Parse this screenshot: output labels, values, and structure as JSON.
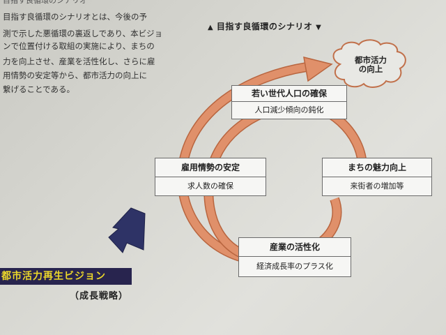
{
  "left_text": {
    "heading": "目指す良循環のシナリオ",
    "lines": [
      "目指す良循環のシナリオとは、今後の予",
      "測で示した悪循環の裏返しであり、本ビジョ",
      "ンで位置付ける取組の実施により、まちの",
      "力を向上させ、産業を活性化し、さらに雇",
      "用情勢の安定等から、都市活力の向上に",
      "繋げることである。"
    ]
  },
  "section_title": "目指す良循環のシナリオ",
  "goal": {
    "line1": "都市活力",
    "line2": "の向上"
  },
  "cycle": [
    {
      "title": "若い世代人口の確保",
      "desc": "人口減少傾向の鈍化"
    },
    {
      "title": "まちの魅力向上",
      "desc": "来街者の増加等"
    },
    {
      "title": "産業の活性化",
      "desc": "経済成長率のプラス化"
    },
    {
      "title": "雇用情勢の安定",
      "desc": "求人数の確保"
    }
  ],
  "vision_label": "都市活力再生ビジョン",
  "strategy_label": "（成長戦略）",
  "colors": {
    "ring": "#e0906a",
    "ring_edge": "#b8653f",
    "cloud_fill": "#e8e8e4",
    "cloud_edge": "#c1704a",
    "arrow_navy": "#2e3366",
    "vision_bg": "#28244e",
    "vision_text": "#ecd82a"
  }
}
